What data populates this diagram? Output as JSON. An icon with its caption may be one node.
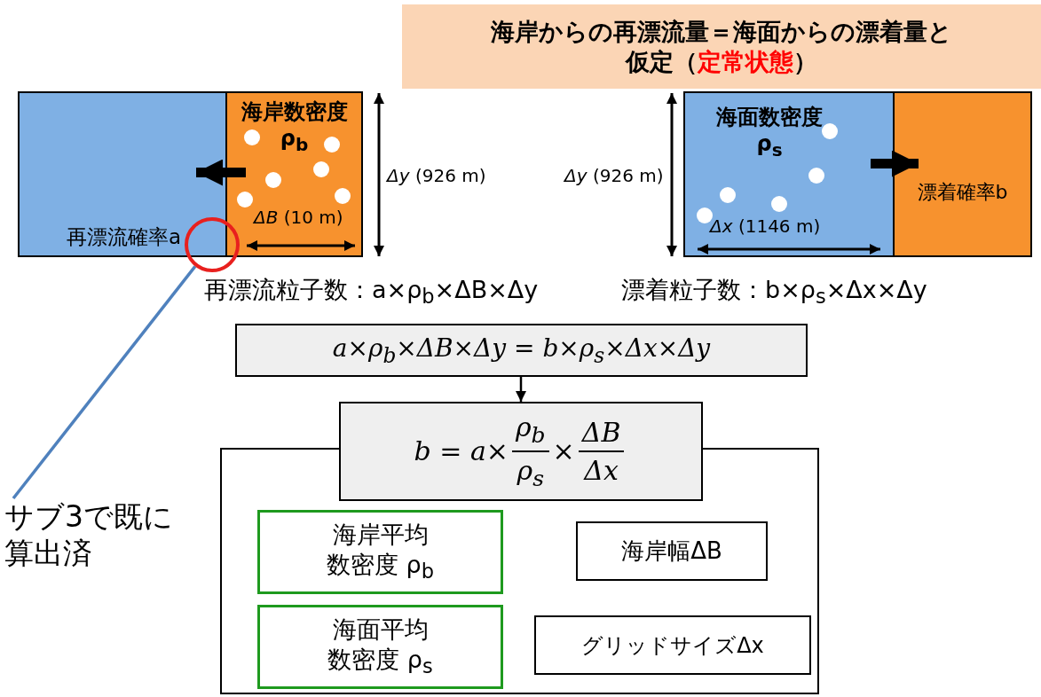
{
  "diagram": {
    "nodes": [
      {
        "text": [
          "海岸からの再漂流量＝海面からの漂着量と仮定（**定常状態**）"
        ]
      },
      {
        "text": [
          "再漂流確率a"
        ]
      },
      {
        "text": [
          "海岸数密度 ρ$_{b}$"
        ]
      },
      {
        "text": [
          "海面数密度ρ$_{s}$"
        ]
      },
      {
        "text": [
          "漂着確率b"
        ]
      },
      {
        "text": [],
        "shape": "circle"
      },
      {
        "text": [
          "a×ρ$_{b}$×ΔB×Δy = b×ρ$_{s}$×Δx×Δy"
        ]
      },
      {
        "text": [
          "b = a×",
          "ρ$_{b}$",
          "ρ$_{s}$",
          "×",
          "ΔB",
          "Δx"
        ]
      },
      {
        "text": [],
        "shape": "box"
      },
      {
        "text": [
          "サブ3で既に算出済"
        ]
      },
      {
        "text": [
          "海岸平均数密度 ρ$_{b}$"
        ],
        "in": 8
      },
      {
        "text": [
          "海岸幅ΔB"
        ],
        "in": 8
      },
      {
        "text": [
          "海面平均数密度 ρ$_{s}$"
        ],
        "in": 8
      },
      {
        "text": [
          "グリッドサイズΔx"
        ],
        "in": 8
      }
    ],
    "edges": [
      {
        "from": 2,
        "to": 1,
        "arrow": "to",
        "style": "thick"
      },
      {
        "from": 3,
        "to": 4,
        "arrow": "to",
        "style": "thick"
      },
      {
        "from": 9,
        "to": 5,
        "arrow": "none",
        "color": "#4f81bd"
      },
      {
        "from": 6,
        "to": 7,
        "arrow": "to"
      }
    ],
    "labels": [
      "*Δy* (926 m)",
      "*Δy* (926 m)",
      "*ΔB* (10 m)",
      "*Δx* (1146 m)",
      "再漂流粒子数：a×ρ$_{b}$×ΔB×Δy",
      "漂着粒子数：b×ρ$_{s}$×Δx×Δy"
    ]
  }
}
